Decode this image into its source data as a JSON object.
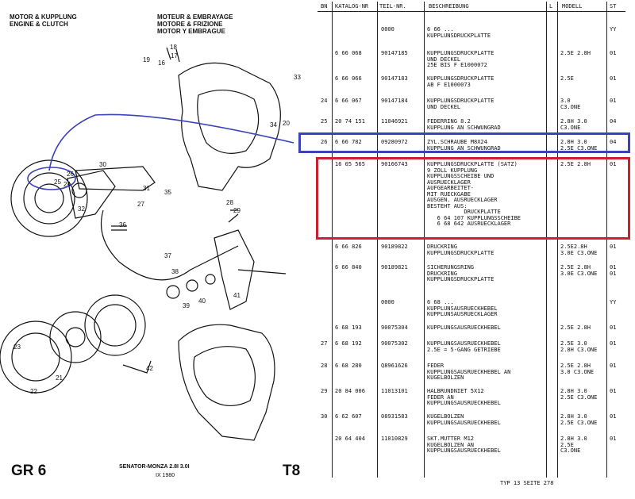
{
  "header": {
    "de": "MOTOR & KUPPLUNG",
    "en": "ENGINE & CLUTCH",
    "fr": "MOTEUR & EMBRAYAGE",
    "it": "MOTORE & FRIZIONE",
    "es": "MOTOR Y EMBRAGUE"
  },
  "footer_left": {
    "group": "GR 6",
    "model": "SENATOR-MONZA 2.8I 3.0I",
    "date": "IX 1980",
    "page": "T8"
  },
  "callouts": [
    "16",
    "17",
    "18",
    "19",
    "20",
    "21",
    "22",
    "23",
    "24",
    "25",
    "26",
    "27",
    "28",
    "29",
    "30",
    "31",
    "32",
    "33",
    "34",
    "35",
    "36",
    "37",
    "38",
    "39",
    "40",
    "41",
    "42"
  ],
  "table": {
    "columns": [
      "BN",
      "KATALOG-NR",
      "TEIL-NR.",
      "BESCHREIBUNG",
      "L",
      "MODELL",
      "ST"
    ],
    "rows": [
      {
        "bn": "",
        "katalog": "",
        "teil": "0000",
        "desc": "6 66 ...\nKUPPLUNSDRUCKPLATTE",
        "modell": "",
        "st": "YY"
      },
      {
        "bn": "",
        "katalog": "6 66 068",
        "teil": "90147185",
        "desc": "KUPPLUNGSDRUCKPLATTE\nUND DECKEL\n25E BIS F E1000072",
        "modell": "2.5E 2.8H",
        "st": "01"
      },
      {
        "bn": "",
        "katalog": "6 66 066",
        "teil": "90147183",
        "desc": "KUPPLUNGSDRUCKPLATTE\nAB F E1000073",
        "modell": "2.5E",
        "st": "01"
      },
      {
        "bn": "24",
        "katalog": "6 66 067",
        "teil": "90147184",
        "desc": "KUPPLUNGSDRUCKPLATTE\nUND DECKEL",
        "modell": "3.0\nC3.ONE",
        "st": "01"
      },
      {
        "bn": "25",
        "katalog": "20 74 151",
        "teil": "11046921",
        "desc": "FEDERRING 8.2\nKUPPLUNG AN SCHWUNGRAD",
        "modell": "2.8H 3.0\nC3.ONE",
        "st": "04"
      },
      {
        "bn": "26",
        "katalog": "6 66 782",
        "teil": "09280972",
        "desc": "ZYL.SCHRAUBE M8X24\nKUPPLUNG AN SCHWUNGRAD",
        "modell": "2.8H 3.0\n2.5E C3.ONE",
        "st": "04"
      },
      {
        "bn": "",
        "katalog": "16 05 565",
        "teil": "90166743",
        "desc": "KUPPLUNGSDRUCKPLATTE (SATZ)\n9 ZOLL KUPPLUNG\nKUPPLUNGSSCHEIBE UND\nAUSRUECKLAGER\nAUFGEARBEITET-\nMIT RUECKGABE\nAUSGEN. AUSRUECKLAGER\nBESTEHT AUS:\n           DRUCKPLATTE\n   6 64 107 KUPPLUNGSSCHEIBE\n   6 68 642 AUSRUECKLAGER",
        "modell": "2.5E 2.8H",
        "st": "01"
      },
      {
        "bn": "",
        "katalog": "6 66 826",
        "teil": "90189822",
        "desc": "DRUCKRING\nKUPPLUNGSDRUCKPLATTE",
        "modell": "2.5E2.8H\n3.0E C3.ONE",
        "st": "01"
      },
      {
        "bn": "",
        "katalog": "6 66 840",
        "teil": "90189821",
        "desc": "SICHERUNGSRING\nDRUCKRING\nKUPPLUNGSDRUCKPLATTE",
        "modell": "2.5E 2.8H\n3.0E C3.ONE",
        "st": "01\n01"
      },
      {
        "bn": "",
        "katalog": "",
        "teil": "0000",
        "desc": "6 68 ...\nKUPPLUNSAUSRUECKHEBEL\nKUPPLUNSAUSRUECKLAGER",
        "modell": "",
        "st": "YY"
      },
      {
        "bn": "",
        "katalog": "6 68 193",
        "teil": "90075304",
        "desc": "KUPPLUNGSAUSRUECKHEBEL",
        "modell": "2.5E 2.8H",
        "st": "01"
      },
      {
        "bn": "27",
        "katalog": "6 68 192",
        "teil": "90075302",
        "desc": "KUPPLUNGSAUSRUECKHEBEL\n2.5E = 5-GANG GETRIEBE",
        "modell": "2.5E 3.0\n2.8H C3.ONE",
        "st": "01"
      },
      {
        "bn": "28",
        "katalog": "6 68 280",
        "teil": "Q8961626",
        "desc": "FEDER\nKUPPLUNGSAUSRUECKHEBEL AN\nKUGELBOLZEN",
        "modell": "2.5E 2.8H\n3.0 C3.ONE",
        "st": "01"
      },
      {
        "bn": "29",
        "katalog": "20 84 006",
        "teil": "11013101",
        "desc": "HALBRUNDNIET 5X12\nFEDER AN\nKUPPLUNGSAUSRUECKHEBEL",
        "modell": "2.8H 3.0\n2.5E C3.ONE",
        "st": "01"
      },
      {
        "bn": "30",
        "katalog": "6 62 607",
        "teil": "08931583",
        "desc": "KUGELBOLZEN\nKUPPLUNGSAUSRUECKHEBEL",
        "modell": "2.8H 3.0\n2.5E C3.ONE",
        "st": "01"
      },
      {
        "bn": "",
        "katalog": "20 64 404",
        "teil": "11010829",
        "desc": "SKT.MUTTER M12\nKUGELBOLZEN AN\nKUPPLUNGSAUSRUECKHEBEL",
        "modell": "2.8H 3.0\n2.5E\nC3.ONE",
        "st": "01"
      }
    ],
    "footer": "TYP  13 SEITE    278"
  },
  "colors": {
    "highlight_blue": "#3b43b8",
    "highlight_red": "#c8212f"
  }
}
